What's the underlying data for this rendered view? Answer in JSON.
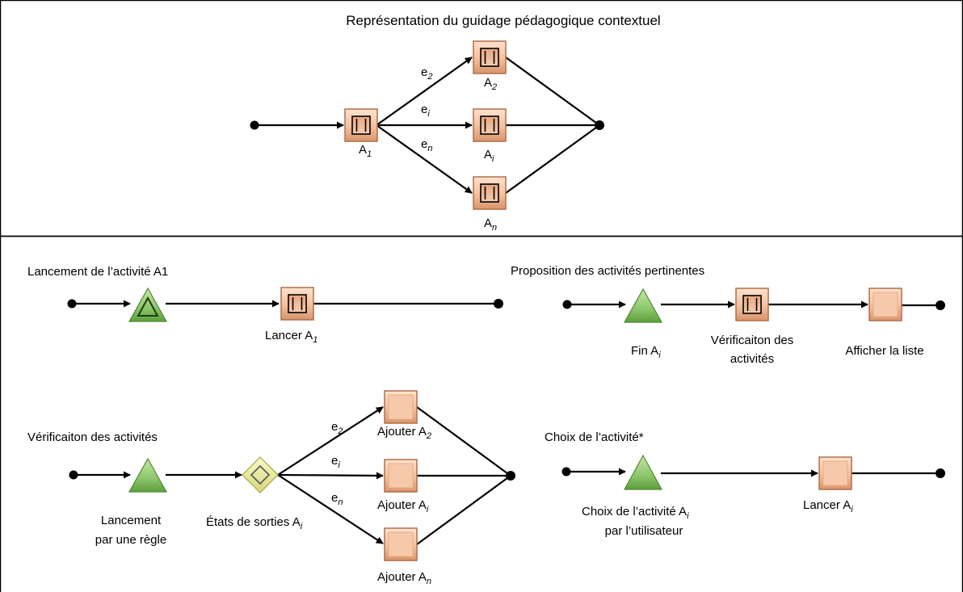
{
  "title": "Représentation du guidage pédagogique contextuel",
  "top": {
    "a1": {
      "base": "A",
      "sub": "1"
    },
    "a2": {
      "base": "A",
      "sub": "2"
    },
    "ai": {
      "base": "A",
      "sub": "i"
    },
    "an": {
      "base": "A",
      "sub": "n"
    },
    "e2": {
      "base": "e",
      "sub": "2"
    },
    "ei": {
      "base": "e",
      "sub": "i"
    },
    "en": {
      "base": "e",
      "sub": "n"
    }
  },
  "launch": {
    "heading": "Lancement de l’activité A1",
    "task": {
      "base": "Lancer A",
      "sub": "1"
    }
  },
  "proposition": {
    "heading": "Proposition des activités pertinentes",
    "event": {
      "base": "Fin A",
      "sub": "i"
    },
    "check": [
      "Vérificaiton des",
      "activités"
    ],
    "show": "Afficher la liste"
  },
  "verification": {
    "heading": "Vérificaiton des activités",
    "event": [
      "Lancement",
      "par une règle"
    ],
    "gateway": {
      "base": "États de sorties A",
      "sub": "i"
    },
    "add2": {
      "base": "Ajouter A",
      "sub": "2"
    },
    "addi": {
      "base": "Ajouter A",
      "sub": "i"
    },
    "addn": {
      "base": "Ajouter A",
      "sub": "n"
    },
    "e2": {
      "base": "e",
      "sub": "2"
    },
    "ei": {
      "base": "e",
      "sub": "i"
    },
    "en": {
      "base": "e",
      "sub": "n"
    }
  },
  "choice": {
    "heading": "Choix de l’activité*",
    "event_line1": {
      "base": "Choix de l’activité A",
      "sub": "i"
    },
    "event_line2": "par l’utilisateur",
    "task": {
      "base": "Lancer A",
      "sub": "i"
    }
  },
  "colors": {
    "task": "#f3bf9d",
    "task_dark": "#c47e58",
    "event": "#8cc56a",
    "event_dark": "#4f8a32",
    "gateway": "#eaea9a",
    "gateway_dark": "#a6a648"
  },
  "icons": [
    "subprocess-box-icon",
    "task-box-icon",
    "event-triangle-icon",
    "event-triangle-outline-icon",
    "gateway-diamond-icon",
    "start-dot-icon",
    "end-dot-icon",
    "arrow-icon"
  ]
}
